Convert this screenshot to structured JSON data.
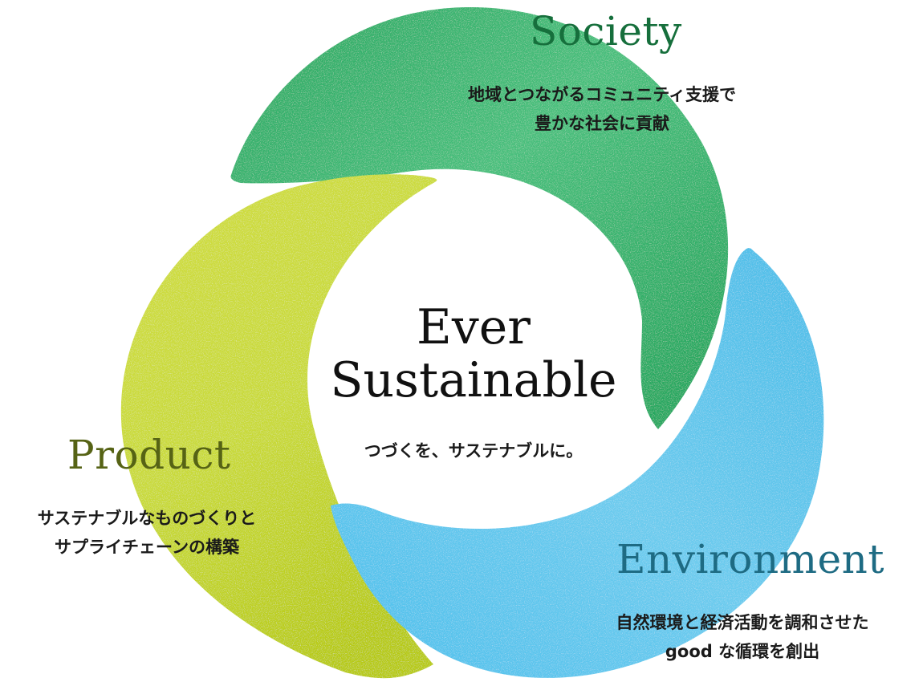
{
  "colors": {
    "society": "#2fb36a",
    "product": "#c3d32a",
    "environment": "#5cc4ea",
    "society_title": "#166f3c",
    "product_title": "#566315",
    "environment_title": "#1e6b83"
  },
  "center": {
    "title_line1": "Ever",
    "title_line2": "Sustainable",
    "subtitle": "つづくを、サステナブルに。"
  },
  "society": {
    "title": "Society",
    "desc_line1": "地域とつながるコミュニティ支援で",
    "desc_line2": "豊かな社会に貢献"
  },
  "product": {
    "title": "Product",
    "desc_line1": "サステナブルなものづくりと",
    "desc_line2": "サプライチェーンの構築"
  },
  "environment": {
    "title": "Environment",
    "desc_line1": "自然環境と経済活動を調和させた",
    "desc_line2": "good な循環を創出"
  }
}
